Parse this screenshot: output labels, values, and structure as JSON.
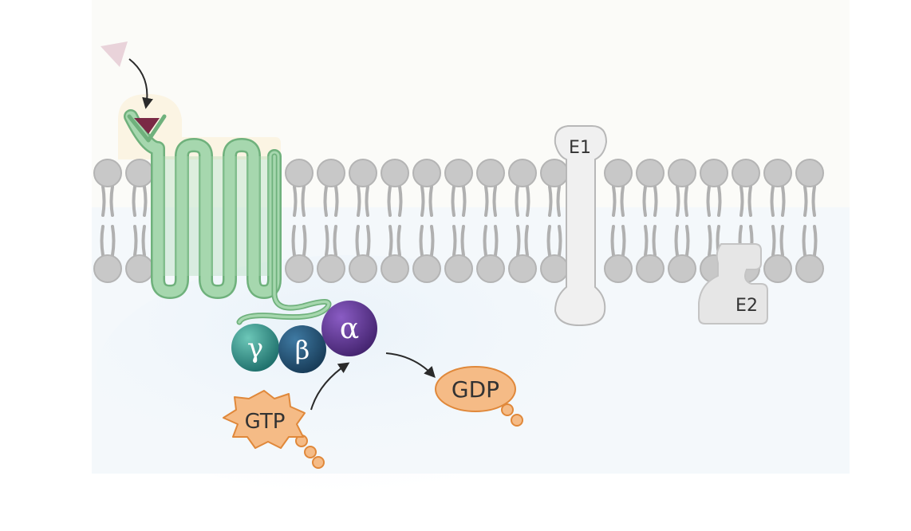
{
  "labels": {
    "gamma": "γ",
    "beta": "β",
    "alpha": "α",
    "gtp": "GTP",
    "gdp": "GDP",
    "e1": "E1",
    "e2": "E2"
  },
  "colors": {
    "membrane": "#c8c8c8",
    "membrane_stroke": "#b0b0b0",
    "receptor": "#9fd1a8",
    "receptor_stroke": "#6fb17c",
    "ligand": "#7a2a45",
    "ligand_faded": "#e6cdd5",
    "gamma_subunit": "#1f8a80",
    "beta_subunit": "#1f4e6e",
    "alpha_subunit": "#5a3493",
    "nucleotide": "#f5bb86",
    "nucleotide_stroke": "#e0883a",
    "protein_gray": "#eeeeee"
  }
}
